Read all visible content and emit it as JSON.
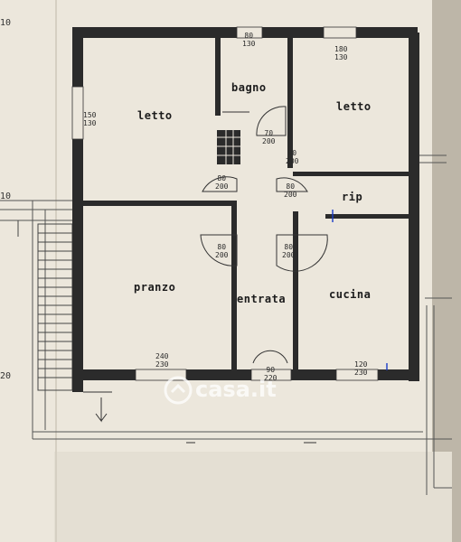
{
  "rooms": {
    "letto_left": "letto",
    "bagno": "bagno",
    "letto_right": "letto",
    "rip": "rip",
    "pranzo": "pranzo",
    "entrata": "entrata",
    "cucina": "cucina"
  },
  "dimensions": {
    "window_left": {
      "top": "150",
      "bottom": "130"
    },
    "window_bagno": {
      "top": "80",
      "bottom": "130"
    },
    "window_letto_right": {
      "top": "180",
      "bottom": "130"
    },
    "door_bagno": {
      "top": "70",
      "bottom": "200"
    },
    "door_letto_right": {
      "top": "80",
      "bottom": "200"
    },
    "door_letto_left": {
      "top": "80",
      "bottom": "200"
    },
    "door_rip": {
      "top": "80",
      "bottom": "200"
    },
    "door_pranzo": {
      "top": "80",
      "bottom": "200"
    },
    "door_cucina": {
      "top": "80",
      "bottom": "200"
    },
    "window_pranzo": {
      "top": "240",
      "bottom": "230"
    },
    "door_entrata": {
      "top": "90",
      "bottom": "220"
    },
    "window_cucina": {
      "top": "120",
      "bottom": "230"
    }
  },
  "margin": {
    "num_top": "10",
    "num_mid": "10",
    "num_bottom": "20"
  },
  "watermark": "casa.it",
  "colors": {
    "paper": "#ece7dc",
    "wall": "#2b2b2b",
    "line": "#3a3a3a",
    "accent_blue": "#1a3cc8"
  }
}
